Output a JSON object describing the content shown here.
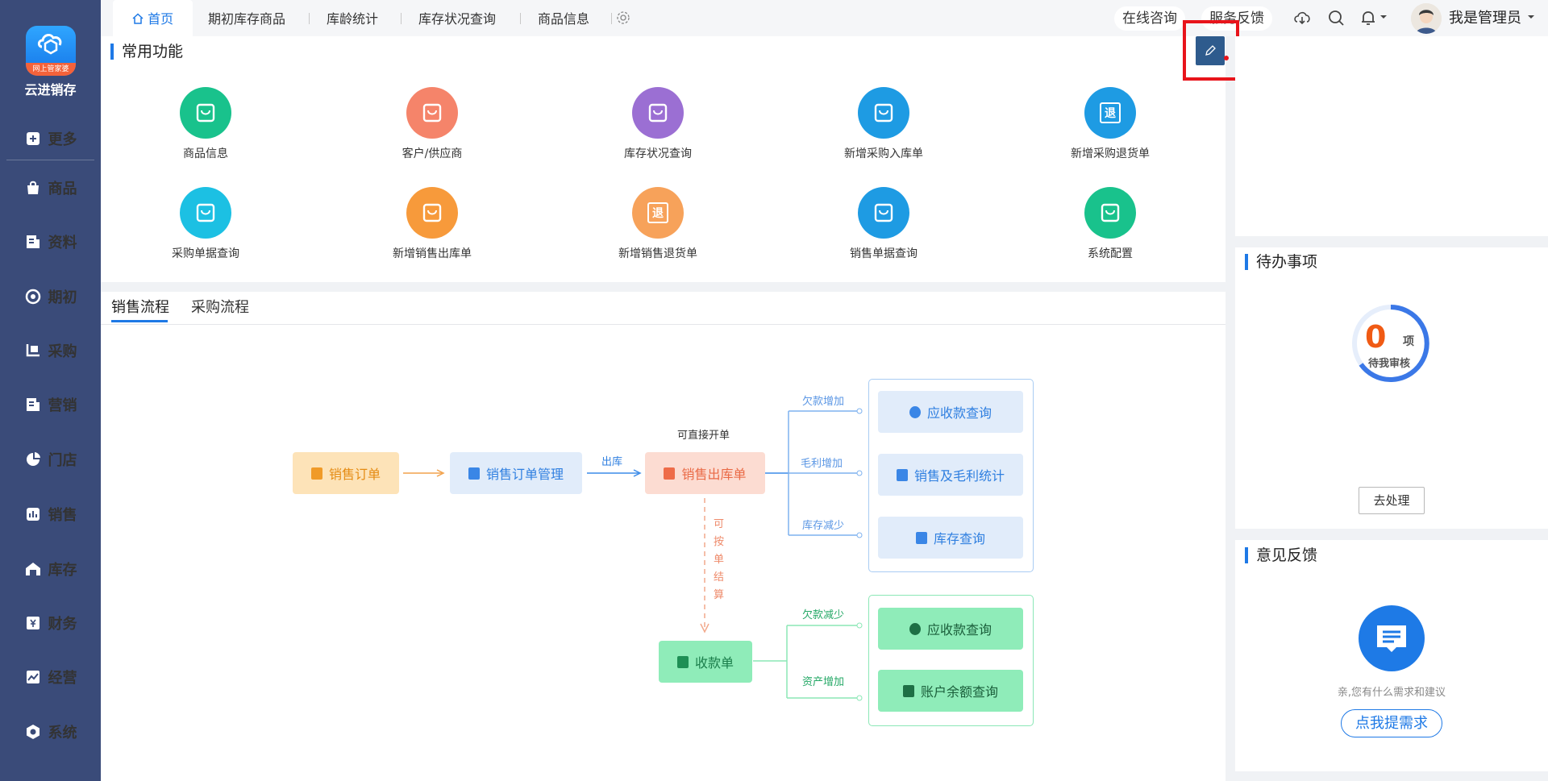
{
  "app": {
    "name": "云进销存",
    "logo_badge": "网上管家婆"
  },
  "sidebar": {
    "items": [
      {
        "label": "更多",
        "icon": "plus-square-icon"
      },
      {
        "label": "商品",
        "icon": "bag-icon"
      },
      {
        "label": "资料",
        "icon": "document-icon"
      },
      {
        "label": "期初",
        "icon": "target-icon"
      },
      {
        "label": "采购",
        "icon": "cart-icon"
      },
      {
        "label": "营销",
        "icon": "report-icon"
      },
      {
        "label": "门店",
        "icon": "pie-icon"
      },
      {
        "label": "销售",
        "icon": "bar-chart-icon"
      },
      {
        "label": "库存",
        "icon": "warehouse-icon"
      },
      {
        "label": "财务",
        "icon": "yen-icon"
      },
      {
        "label": "经营",
        "icon": "trend-icon"
      },
      {
        "label": "系统",
        "icon": "hexagon-gear-icon"
      }
    ]
  },
  "tabs": [
    "首页",
    "期初库存商品",
    "库龄统计",
    "库存状况查询",
    "商品信息"
  ],
  "header": {
    "consult": "在线咨询",
    "feedback": "服务反馈",
    "user": "我是管理员"
  },
  "common": {
    "title": "常用功能",
    "items": [
      {
        "label": "商品信息",
        "color": "#19c28c",
        "icon": "shopping-bag-icon"
      },
      {
        "label": "客户/供应商",
        "color": "#f5846a",
        "icon": "building-icon"
      },
      {
        "label": "库存状况查询",
        "color": "#9b6fd3",
        "icon": "house-search-icon"
      },
      {
        "label": "新增采购入库单",
        "color": "#1e9be3",
        "icon": "inbound-icon"
      },
      {
        "label": "新增采购退货单",
        "color": "#1e9be3",
        "icon": "return-cart-icon",
        "glyph": "退"
      },
      {
        "label": "采购单据查询",
        "color": "#1cc0e3",
        "icon": "doc-search-icon"
      },
      {
        "label": "新增销售出库单",
        "color": "#f79a3b",
        "icon": "outbound-list-icon"
      },
      {
        "label": "新增销售退货单",
        "color": "#f7a25a",
        "icon": "sales-return-icon",
        "glyph": "退"
      },
      {
        "label": "销售单据查询",
        "color": "#1e9be3",
        "icon": "sales-search-icon"
      },
      {
        "label": "系统配置",
        "color": "#19c28c",
        "icon": "settings-screen-icon"
      }
    ]
  },
  "flow": {
    "tabs": [
      "销售流程",
      "采购流程"
    ],
    "nodes": {
      "order": "销售订单",
      "order_mgmt": "销售订单管理",
      "outbound": "销售出库单",
      "receipt": "收款单",
      "receivable1": "应收款查询",
      "profit": "销售及毛利统计",
      "stock": "库存查询",
      "receivable2": "应收款查询",
      "balance": "账户余额查询"
    },
    "labels": {
      "ship": "出库",
      "direct": "可直接开单",
      "settle": [
        "可",
        "按",
        "单",
        "结",
        "算"
      ],
      "debt_up": "欠款增加",
      "margin_up": "毛利增加",
      "stock_down": "库存减少",
      "debt_down": "欠款减少",
      "asset_up": "资产增加"
    }
  },
  "todo": {
    "title": "待办事项",
    "count": "0",
    "unit": "项",
    "sub": "待我审核",
    "button": "去处理"
  },
  "feedback": {
    "title": "意见反馈",
    "prompt": "亲,您有什么需求和建议",
    "button": "点我提需求"
  }
}
